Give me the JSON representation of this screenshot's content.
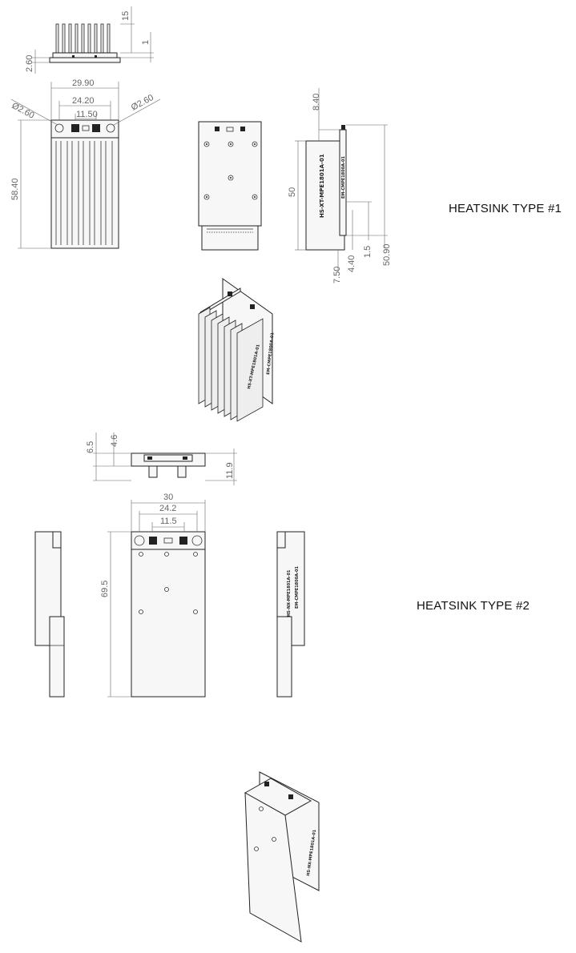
{
  "labels": {
    "type1": "HEATSINK TYPE #1",
    "type2": "HEATSINK TYPE #2"
  },
  "type1": {
    "dims": {
      "fin_height": "15",
      "base_step": "1",
      "base_thickness": "2.60",
      "overall_width": "29.90",
      "hole_pitch": "24.20",
      "connector_pitch": "11.50",
      "hole_dia_left": "Ø2.60",
      "hole_dia_right": "Ø2.60",
      "length": "58.40",
      "top_offset": "8.40",
      "card_length": "50",
      "edge_offset": "4.40",
      "edge_step": "1.5",
      "total_length": "50.90",
      "bottom_offset": "7.50"
    },
    "part_marking": "HS-XT-MPE1801A-01",
    "side_marking": "EM-CMPE1800A-01"
  },
  "type2": {
    "dims": {
      "total_height": "6.5",
      "plate_height": "4.6",
      "overall_height": "11.9",
      "overall_width": "30",
      "hole_pitch": "24.2",
      "connector_pitch": "11.5",
      "length": "69.5"
    },
    "part_marking": "HS-NX-MPE1801A-01",
    "side_marking": "EM-CMPE1800A-01"
  }
}
